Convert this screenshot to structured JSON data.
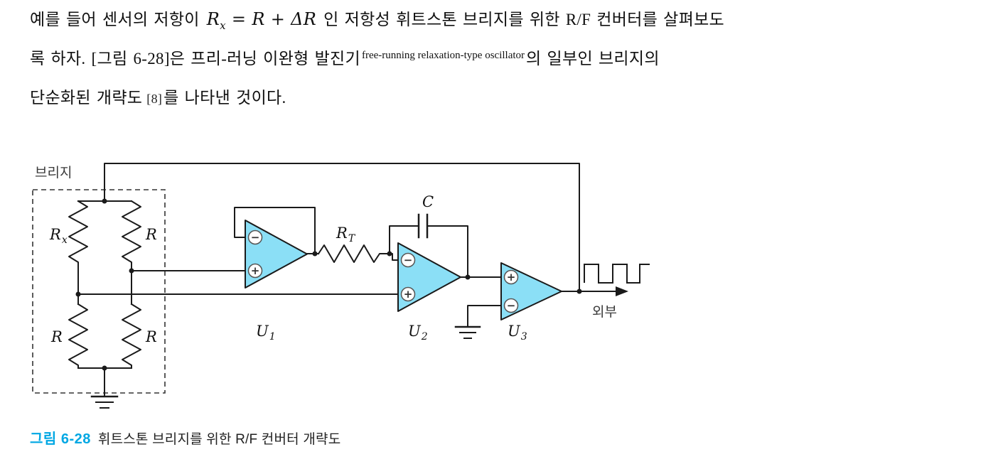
{
  "paragraph": {
    "line1": {
      "seg1": "예를 들어 센서의 저항이",
      "math": {
        "r1": "R",
        "sub_x": "x",
        "equals": "=",
        "r2": "R",
        "plus": "+",
        "delta_r": "ΔR"
      },
      "seg2": "인 저항성 휘트스톤 브리지를 위한 R/F 컨버터를 살펴보도"
    },
    "line2": {
      "seg1": "록 하자. [그림 6-28]은 프리-러닝 이완형 발진기",
      "superscript": "free-running relaxation-type oscillator",
      "seg2": "의 일부인 브리지의"
    },
    "line3": {
      "seg1": "단순화된 개략도",
      "ref": "[8]",
      "seg2": "를 나타낸 것이다."
    }
  },
  "diagram": {
    "bridge_label": "브리지",
    "labels": {
      "rx_base": "R",
      "rx_sub": "x",
      "r_top_right": "R",
      "r_bottom_left": "R",
      "r_bottom_right": "R",
      "rt_base": "R",
      "rt_sub": "T",
      "cap": "C",
      "u1_base": "U",
      "u1_sub": "1",
      "u2_base": "U",
      "u2_sub": "2",
      "u3_base": "U",
      "u3_sub": "3",
      "output": "외부"
    },
    "signs": {
      "minus": "−",
      "plus": "+"
    }
  },
  "caption": {
    "figure_label": "그림 6-28",
    "text": "휘트스톤 브리지를 위한 R/F 컨버터 개략도"
  },
  "colors": {
    "opamp_fill": "#8BDFF6",
    "caption_accent": "#00A7E3",
    "wire": "#1a1a1a"
  }
}
